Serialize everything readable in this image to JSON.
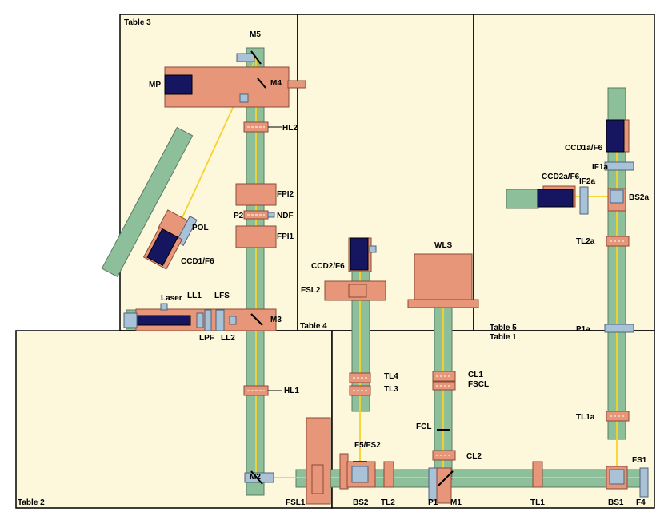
{
  "tables": {
    "t1": "Table 1",
    "t2": "Table 2",
    "t3": "Table 3",
    "t4": "Table 4",
    "t5": "Table 5"
  },
  "labels": {
    "M5": "M5",
    "M4": "M4",
    "MP": "MP",
    "HL2": "HL2",
    "FPI2": "FPI2",
    "P2": "P2",
    "NDF": "NDF",
    "FPI1": "FPI1",
    "POL": "POL",
    "CCD1F6": "CCD1/F6",
    "Laser": "Laser",
    "LL1": "LL1",
    "LFS": "LFS",
    "LPF": "LPF",
    "LL2": "LL2",
    "M3": "M3",
    "HL1": "HL1",
    "M2": "M2",
    "FSL1": "FSL1",
    "CCD2F6": "CCD2/F6",
    "FSL2": "FSL2",
    "TL4": "TL4",
    "TL3": "TL3",
    "F5FS2": "F5/FS2",
    "BS2": "BS2",
    "TL2": "TL2",
    "P1": "P1",
    "M1": "M1",
    "WLS": "WLS",
    "CL1": "CL1",
    "FSCL": "FSCL",
    "FCL": "FCL",
    "CL2": "CL2",
    "TL1": "TL1",
    "BS1": "BS1",
    "FS1": "FS1",
    "F4": "F4",
    "CCD1aF6": "CCD1a/F6",
    "IF1a": "IF1a",
    "CCD2aF6": "CCD2a/F6",
    "IF2a": "IF2a",
    "BS2a": "BS2a",
    "TL2a": "TL2a",
    "P1a": "P1a",
    "TL1a": "TL1a"
  },
  "colors": {
    "table": "#fdf8dc",
    "rail": "#8dbf9a",
    "mount": "#e8967a",
    "camera": "#151560",
    "steel": "#a9c2d8",
    "beam": "#f7d22a"
  }
}
